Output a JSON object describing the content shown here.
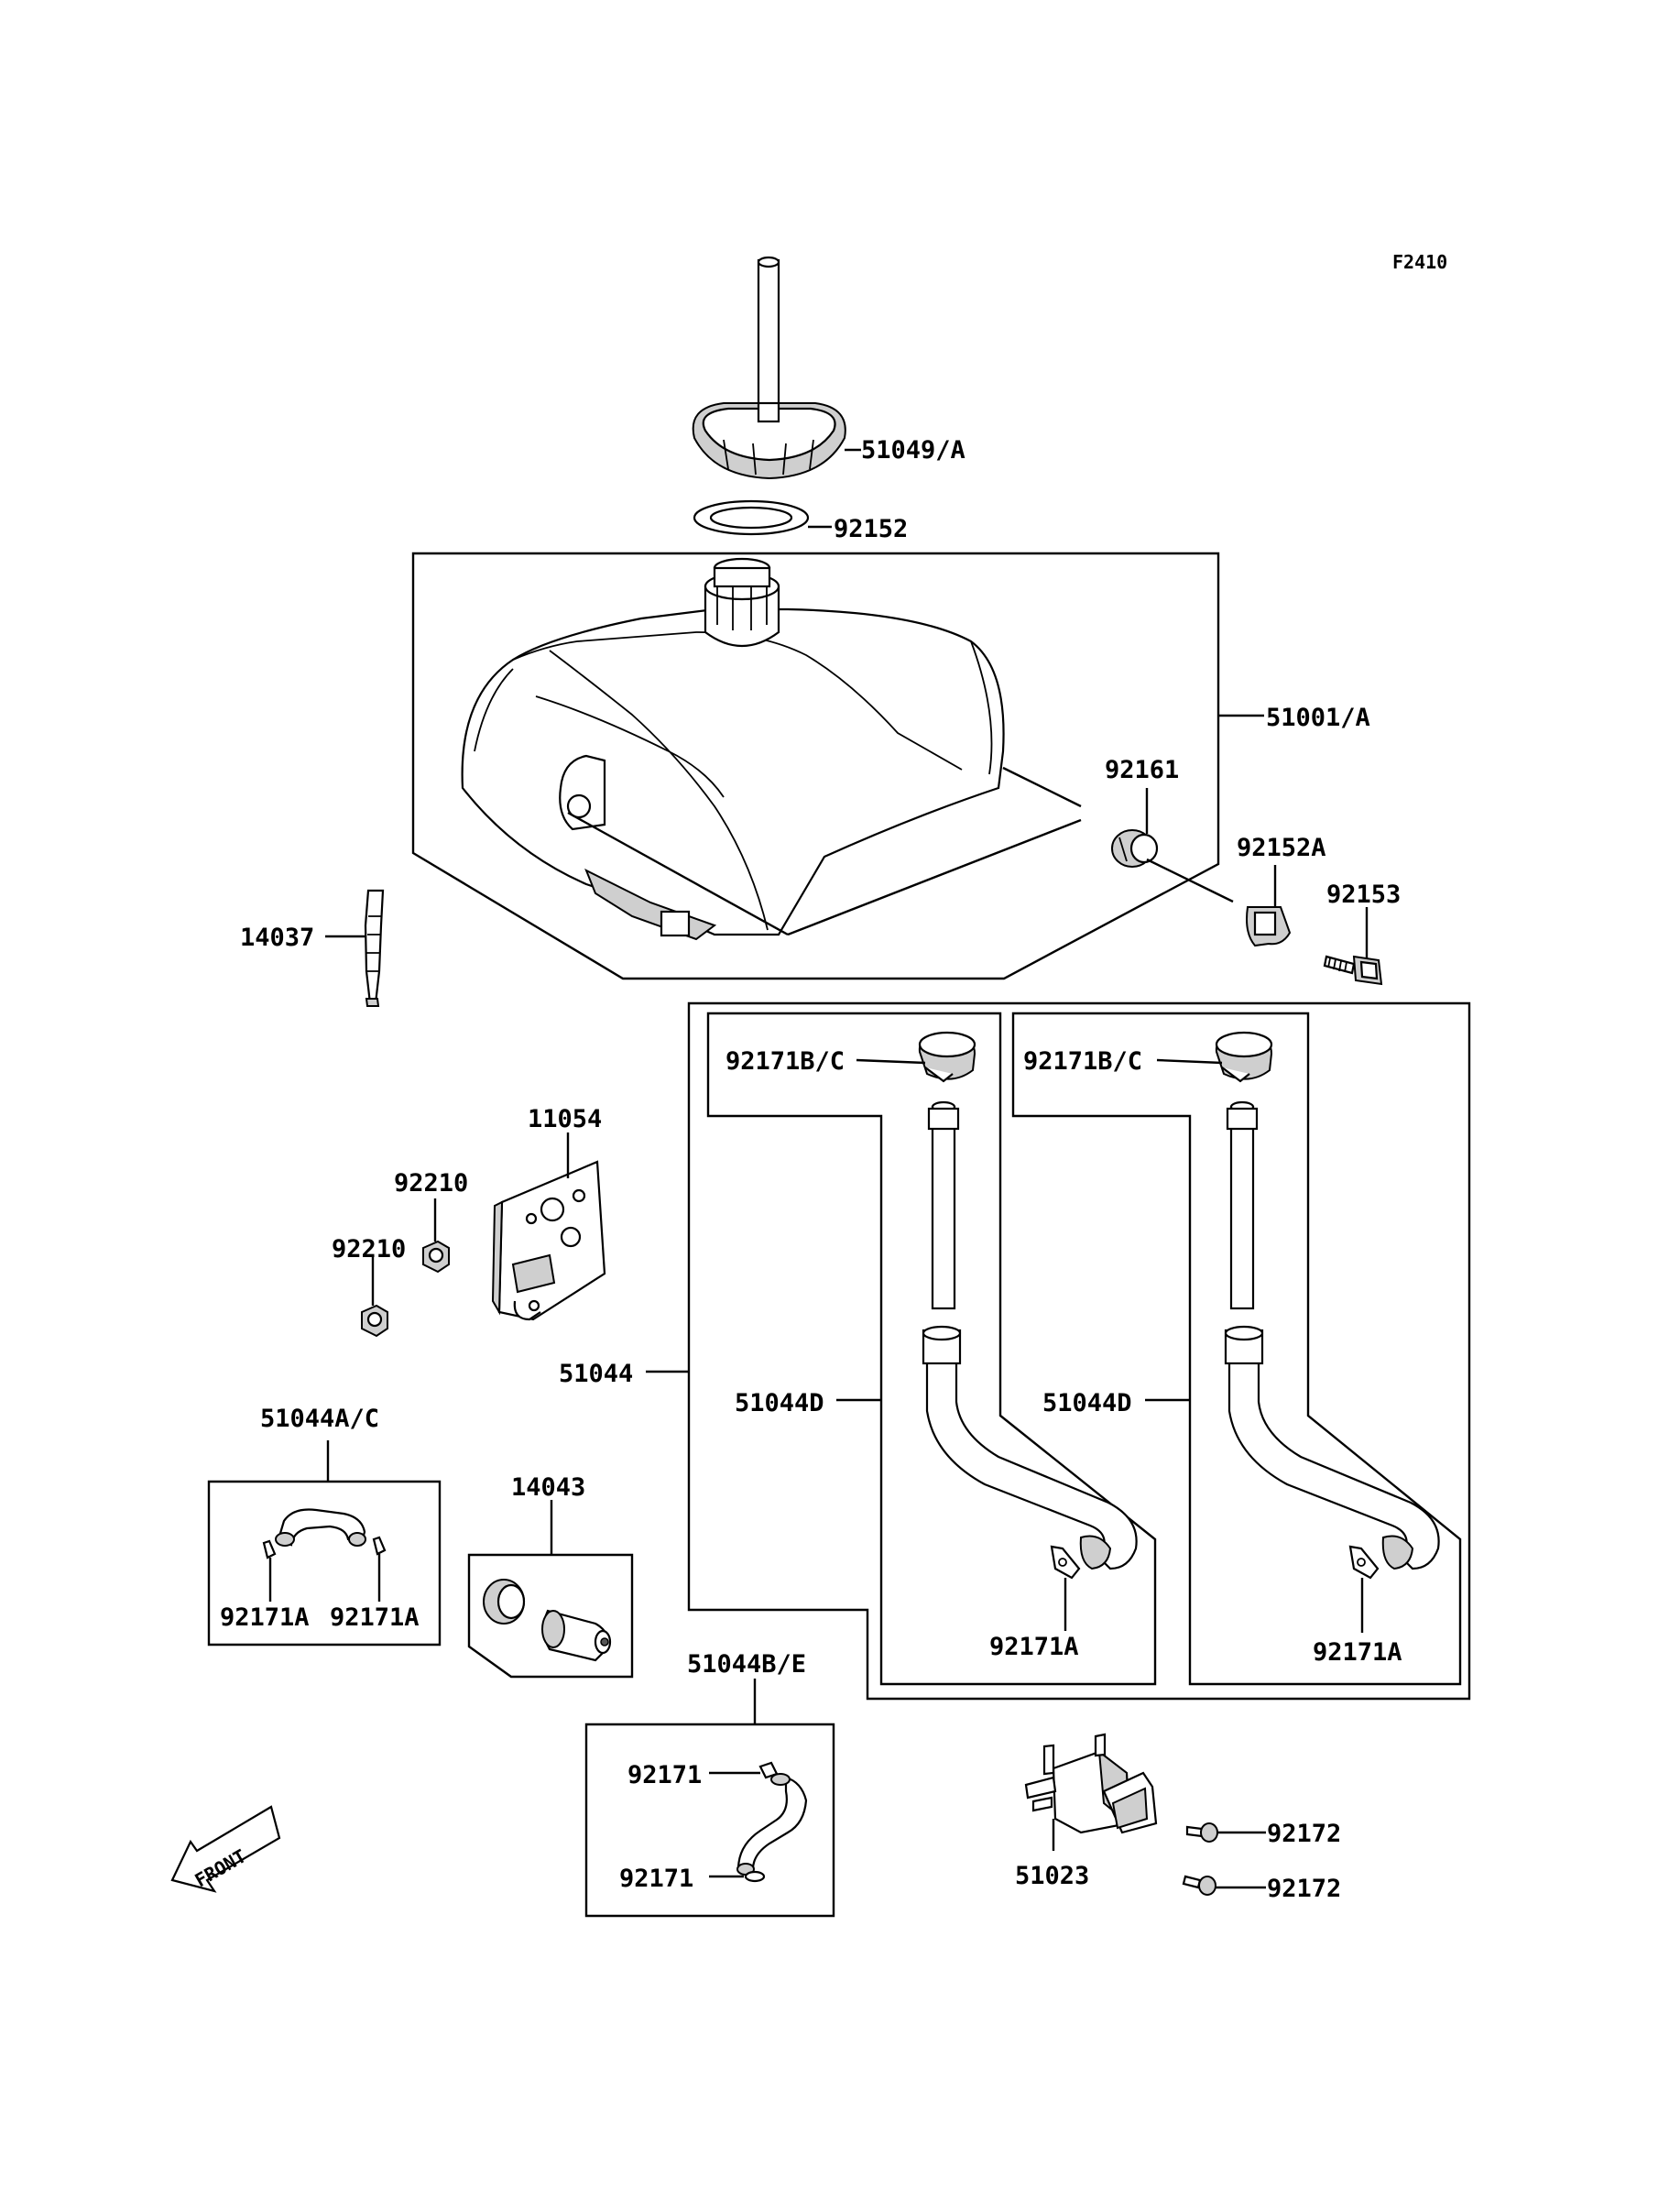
{
  "figure_code": "F2410",
  "front_label": "FRONT",
  "parts": {
    "cap": "51049/A",
    "cap_gasket": "92152",
    "tank": "51001/A",
    "tank_cushion": "92161",
    "collar": "92152A",
    "tank_bolt": "92153",
    "strap": "14037",
    "bracket": "11054",
    "nut_upper": "92210",
    "nut_lower": "92210",
    "hose_kit": "51044",
    "clamp_left": "92171B/C",
    "clamp_right": "92171B/C",
    "hose_left": "51044D",
    "hose_right": "51044D",
    "clip_left": "92171A",
    "clip_right": "92171A",
    "hose_ac": "51044A/C",
    "clip_ac_left": "92171A",
    "clip_ac_right": "92171A",
    "filter": "14043",
    "hose_be": "51044B/E",
    "clip_be_top": "92171",
    "clip_be_bottom": "92171",
    "fuel_cock": "51023",
    "screw_upper": "92172",
    "screw_lower": "92172"
  }
}
